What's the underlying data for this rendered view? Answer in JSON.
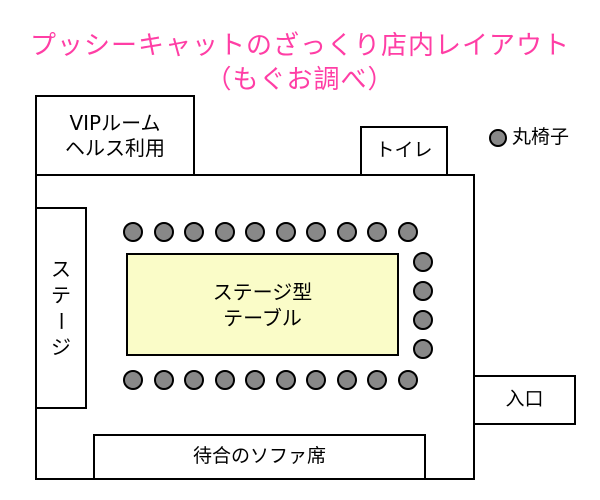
{
  "title": {
    "line1": "プッシーキャットのざっくり店内レイアウト",
    "line2": "（もぐお調べ）"
  },
  "areas": {
    "vip_line1": "VIPルーム",
    "vip_line2": "ヘルス利用",
    "toilet": "トイレ",
    "stage_chars": [
      "ス",
      "テ",
      "ー",
      "ジ"
    ],
    "table_line1": "ステージ型",
    "table_line2": "テーブル",
    "entrance": "入口",
    "sofa": "待合のソファ席"
  },
  "legend": {
    "label": "丸椅子"
  },
  "seats": {
    "top_row": 10,
    "right_column": 4,
    "bottom_row": 10
  },
  "colors": {
    "title": "#ff3ea5",
    "table_fill": "#fafcc8",
    "seat_fill": "#888888",
    "line": "#000000"
  },
  "icons": {
    "seat": "round-stool-icon"
  }
}
